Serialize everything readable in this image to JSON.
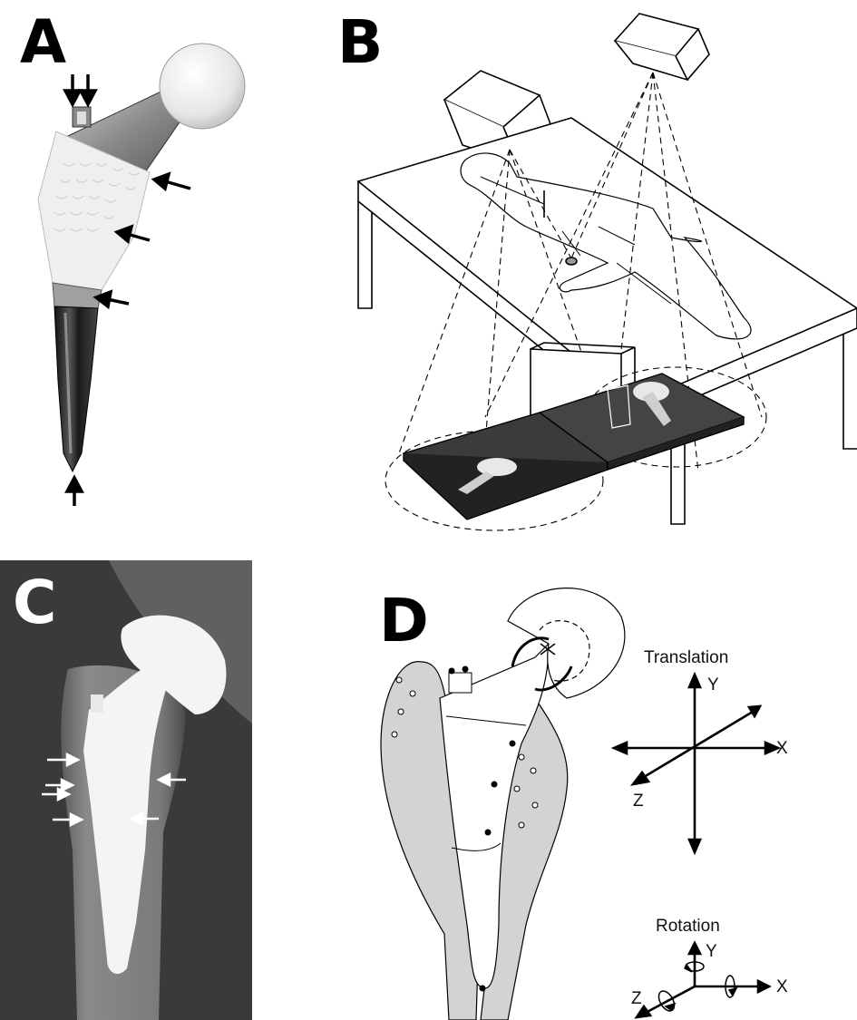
{
  "panels": {
    "a": {
      "letter": "A"
    },
    "b": {
      "letter": "B"
    },
    "c": {
      "letter": "C"
    },
    "d": {
      "letter": "D",
      "translation": {
        "title": "Translation",
        "x": "X",
        "y": "Y",
        "z": "Z"
      },
      "rotation": {
        "title": "Rotation",
        "x": "X",
        "y": "Y",
        "z": "Z"
      }
    }
  },
  "colors": {
    "bone_fill": "#d3d3d3",
    "radiograph_bg": "#3a3a3a",
    "implant_white": "#f4f4f4",
    "stem_dark": "#2a2a2a"
  }
}
